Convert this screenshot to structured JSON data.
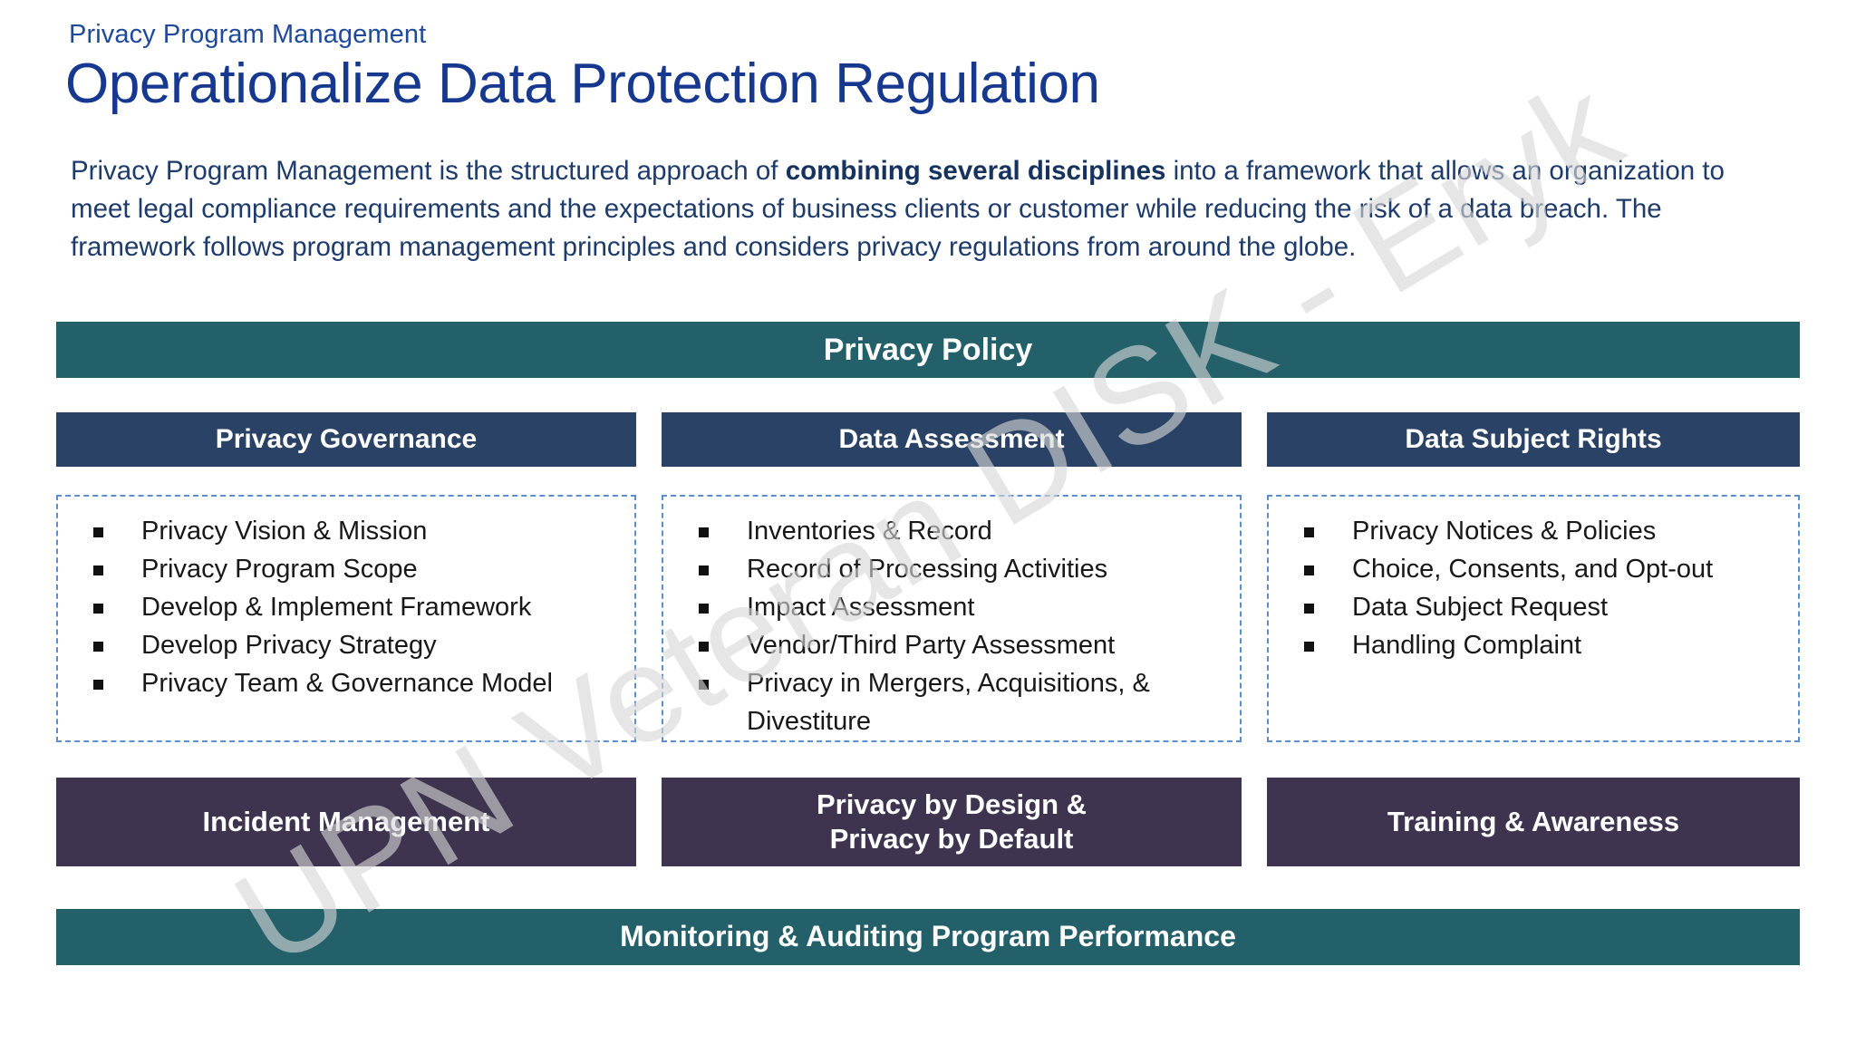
{
  "header": {
    "eyebrow": "Privacy Program Management",
    "title": "Operationalize Data Protection Regulation"
  },
  "intro": {
    "part1": "Privacy Program Management is the structured approach of ",
    "emphasis": "combining several disciplines",
    "part2": " into a framework that allows an organization to meet legal compliance requirements and the expectations of business clients or customer while reducing the risk of a data breach. The framework follows program management principles and considers privacy regulations from around the globe."
  },
  "watermark": {
    "text": "UPN Veteran DISK - Eryk"
  },
  "bands": {
    "top": "Privacy Policy",
    "bottom": "Monitoring & Auditing Program Performance"
  },
  "columns": [
    {
      "heading": "Privacy Governance",
      "items": [
        "Privacy Vision & Mission",
        "Privacy Program Scope",
        "Develop & Implement Framework",
        "Develop Privacy Strategy",
        "Privacy Team & Governance Model"
      ]
    },
    {
      "heading": "Data Assessment",
      "items": [
        "Inventories & Record",
        "Record of Processing Activities",
        "Impact Assessment",
        "Vendor/Third Party Assessment",
        "Privacy in Mergers, Acquisitions, & Divestiture"
      ]
    },
    {
      "heading": "Data Subject Rights",
      "items": [
        "Privacy Notices & Policies",
        "Choice, Consents, and Opt-out",
        "Data Subject Request",
        "Handling Complaint"
      ]
    }
  ],
  "footer_boxes": [
    {
      "label": "Incident Management",
      "line1": "Incident Management",
      "line2": ""
    },
    {
      "label": "Privacy by Design & Privacy by Default",
      "line1": "Privacy by Design &",
      "line2": "Privacy by Default"
    },
    {
      "label": "Training & Awareness",
      "line1": "Training & Awareness",
      "line2": ""
    }
  ],
  "colors": {
    "teal": "#23606A",
    "navy": "#2A4265",
    "purple": "#3E3450",
    "title_blue": "#16388F",
    "eyebrow_blue": "#1F4A9C",
    "body_blue": "#1D3B6B",
    "dashed_border": "#5B8FD4",
    "watermark_gray": "#D7D7D7"
  }
}
